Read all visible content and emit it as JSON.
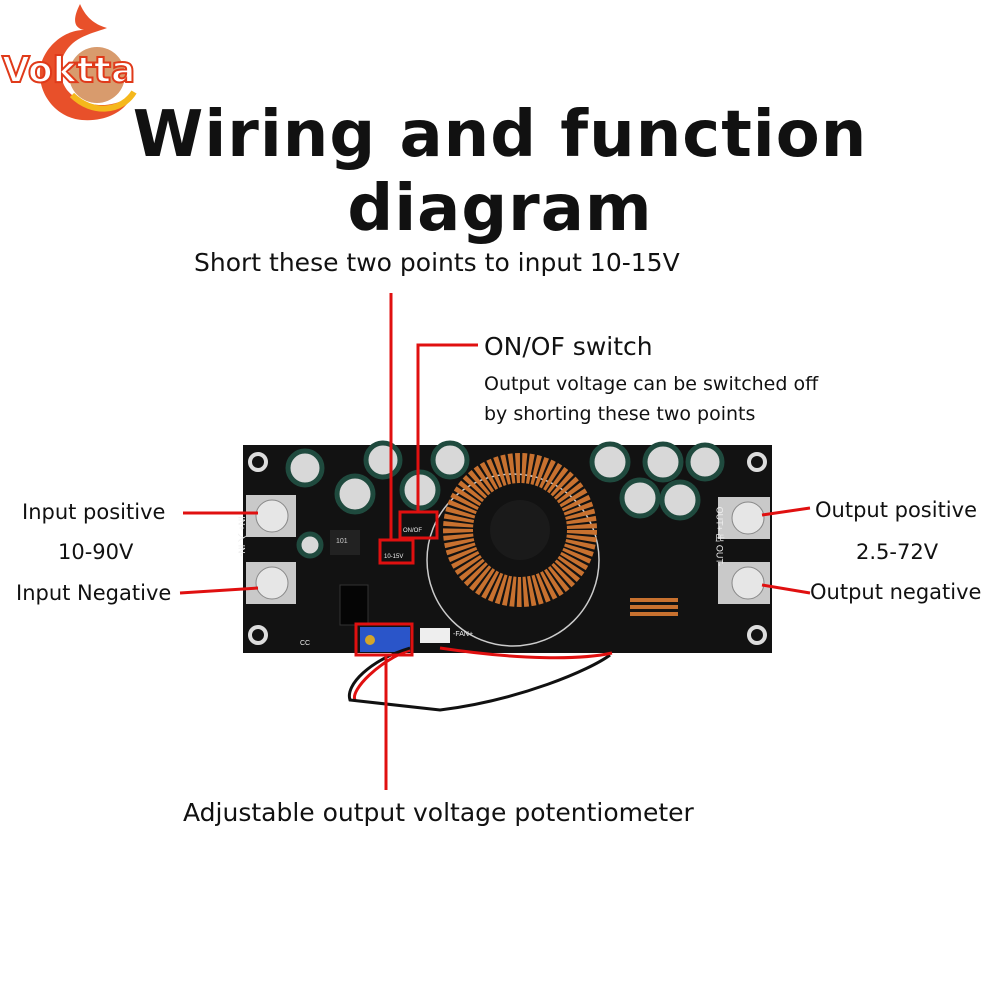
{
  "logo": {
    "text": "Voktta"
  },
  "title": "Wiring and function diagram",
  "callouts": {
    "short_points": "Short these two points to input 10-15V",
    "switch_title": "ON/OF switch",
    "switch_desc_1": "Output voltage can be switched off",
    "switch_desc_2": "by shorting these two points",
    "input_positive": "Input positive",
    "input_range": "10-90V",
    "input_negative": "Input Negative",
    "output_positive": "Output positive",
    "output_range": "2.5-72V",
    "output_negative": "Output negative",
    "potentiometer": "Adjustable output voltage potentiometer"
  },
  "board_labels": {
    "in": "IN+ 入 IN-",
    "out": "OUT+ 出 OUT-",
    "pads_short": "10-15V",
    "pads_switch": "ON/OF",
    "fan": "-FAN+",
    "inductor_chip": "101",
    "cc": "CC"
  },
  "colors": {
    "accent": "#e01010",
    "board": "#111111",
    "copper": "#c8712f"
  }
}
